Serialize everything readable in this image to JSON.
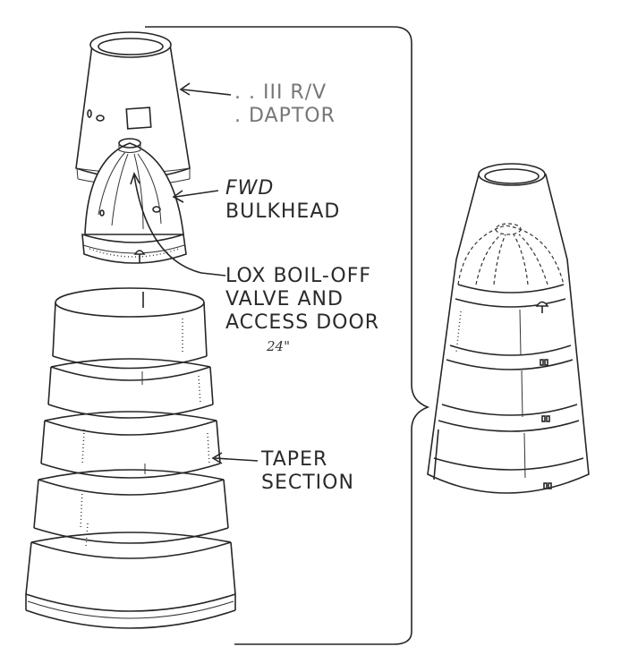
{
  "labels": {
    "adaptor_line1": ". . III R/V",
    "adaptor_line2": ". DAPTOR",
    "bulkhead_line1": "FWD",
    "bulkhead_line2": "BULKHEAD",
    "lox_line1": "LOX BOIL-OFF",
    "lox_line2": "VALVE AND",
    "lox_line3": "ACCESS DOOR",
    "lox_note": "24\"",
    "taper_line1": "TAPER",
    "taper_line2": "SECTION"
  },
  "colors": {
    "ink": "#262626",
    "paper": "#ffffff"
  }
}
